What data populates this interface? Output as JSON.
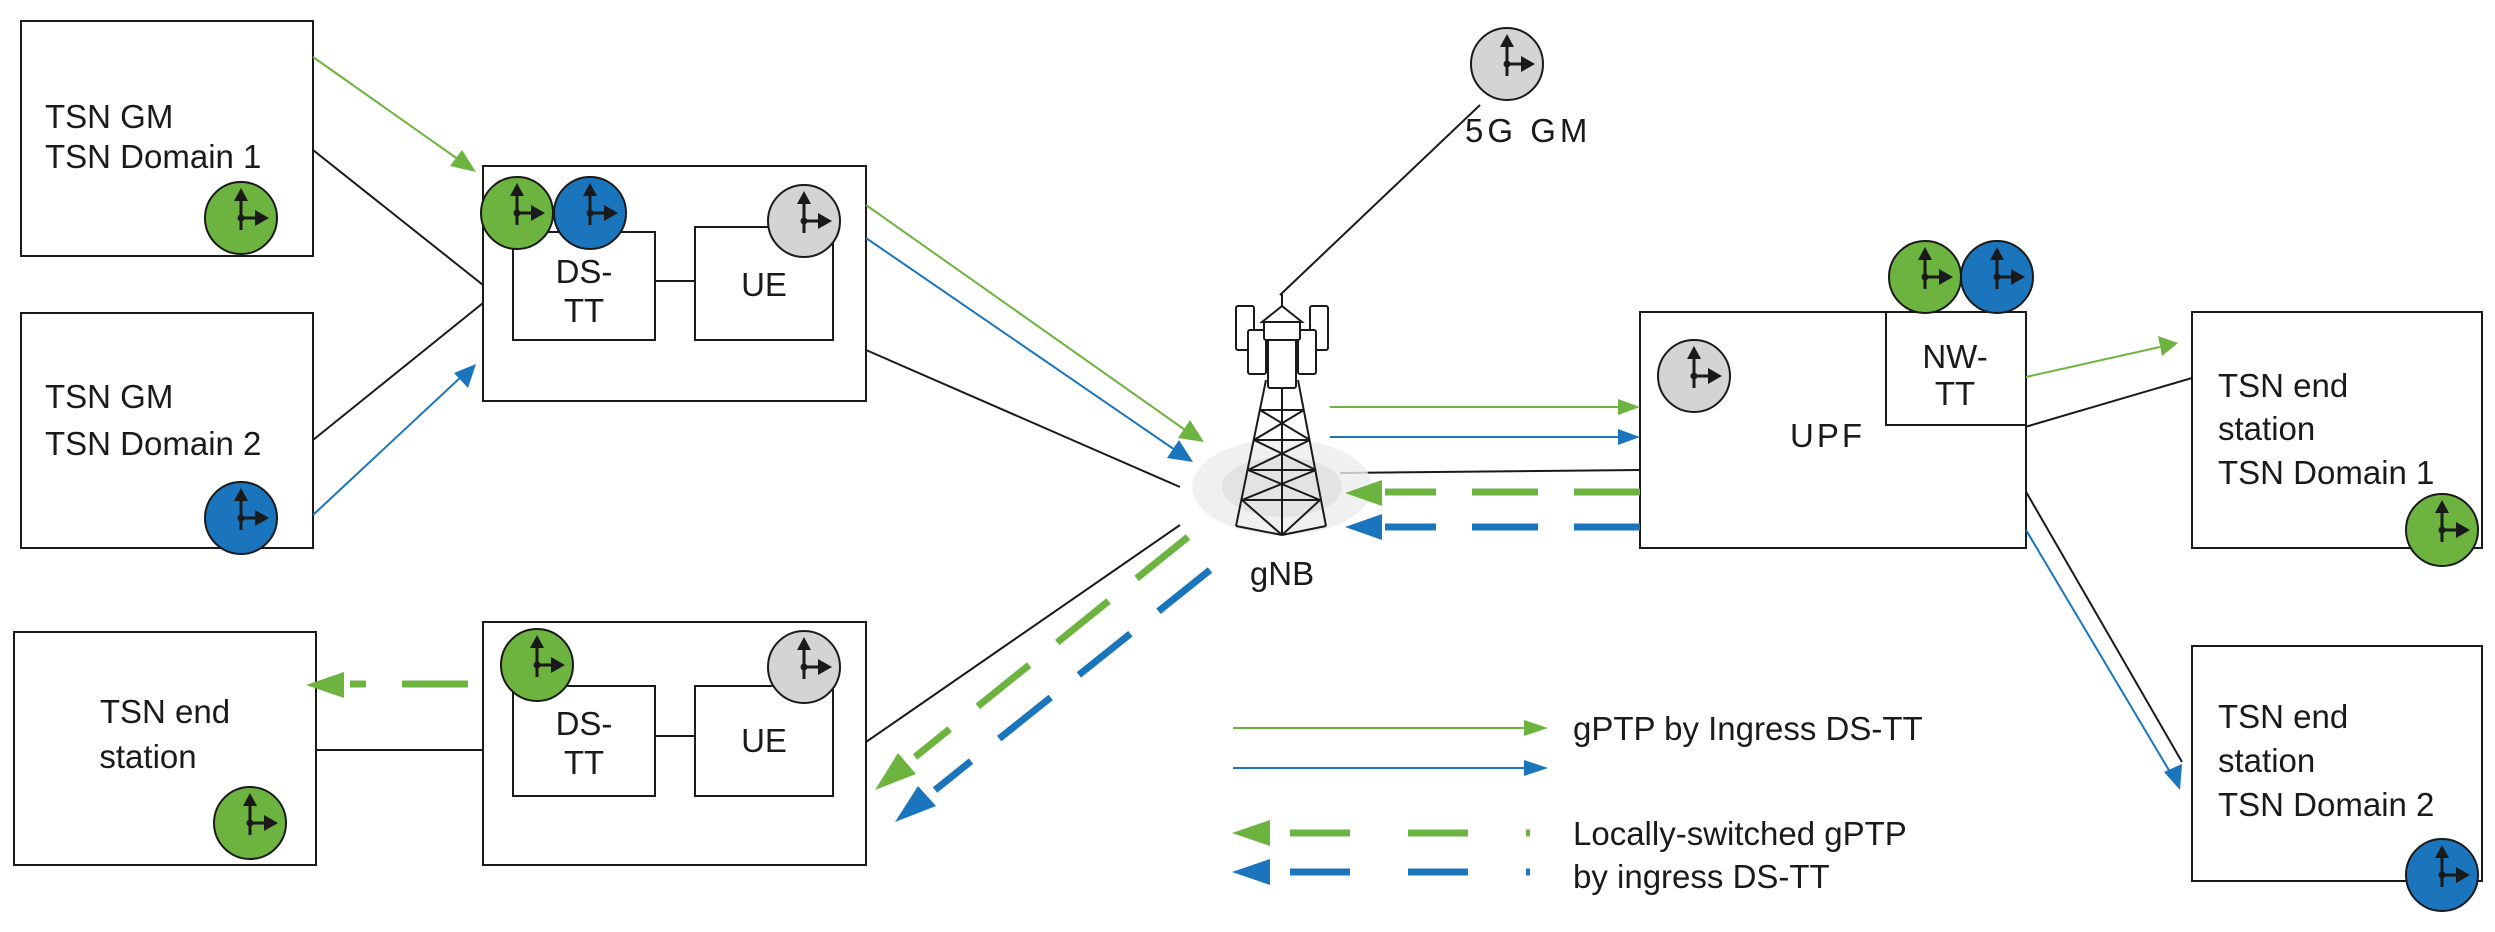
{
  "colors": {
    "green": "#6db33f",
    "blue": "#1b75bc",
    "gray": "#d4d4d4",
    "line": "#1a1a1a"
  },
  "nodes": {
    "gm1": {
      "line1": "TSN GM",
      "line2": "TSN Domain 1"
    },
    "gm2": {
      "line1": "TSN GM",
      "line2": "TSN Domain 2"
    },
    "endstation_left": {
      "line1": "TSN end",
      "line2": "station"
    },
    "ue_top": {
      "dstt_line1": "DS-",
      "dstt_line2": "TT",
      "ue": "UE"
    },
    "ue_bottom": {
      "dstt_line1": "DS-",
      "dstt_line2": "TT",
      "ue": "UE"
    },
    "gm5g": {
      "label": "5G GM"
    },
    "gnb": {
      "label": "gNB"
    },
    "upf": {
      "label": "UPF",
      "nwtt_line1": "NW-",
      "nwtt_line2": "TT"
    },
    "end1": {
      "line1": "TSN end",
      "line2": "station",
      "line3": "TSN Domain 1"
    },
    "end2": {
      "line1": "TSN end",
      "line2": "station",
      "line3": "TSN Domain 2"
    }
  },
  "legend": {
    "solid_label": "gPTP by Ingress DS-TT",
    "dashed_line1": "Locally-switched gPTP",
    "dashed_line2": "by ingress DS-TT"
  }
}
